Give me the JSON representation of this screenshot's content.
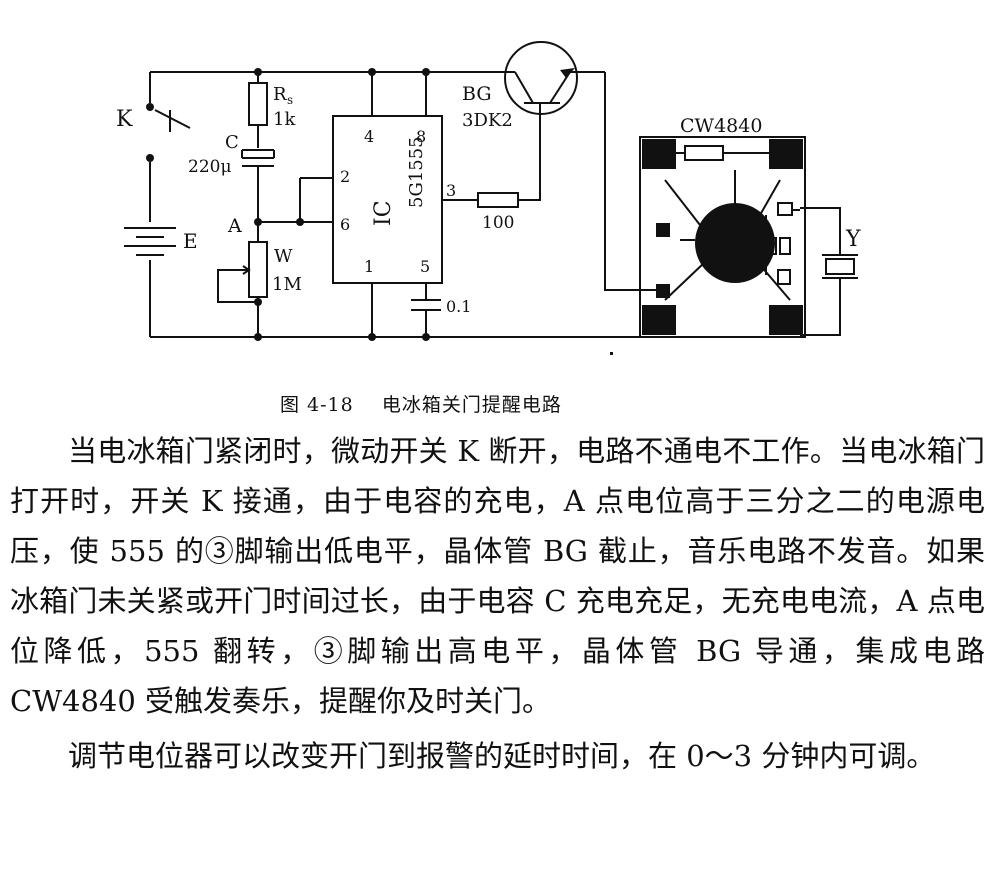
{
  "diagram": {
    "labels": {
      "K": "K",
      "E": "E",
      "A": "A",
      "Rs": "R",
      "Rs_sub": "s",
      "Rs_val": "1k",
      "C": "C",
      "C_val": "220μ",
      "W": "W",
      "W_val": "1M",
      "IC": "IC",
      "IC_model": "5G1555",
      "pin2": "2",
      "pin3": "3",
      "pin4": "4",
      "pin6": "6",
      "pin8": "8",
      "pin1": "1",
      "pin5": "5",
      "cap_val": "0.1",
      "R_val": "100",
      "BG": "BG",
      "BG_model": "3DK2",
      "CW": "CW4840",
      "Y": "Y"
    }
  },
  "caption": {
    "fig": "图 4-18",
    "title": "电冰箱关门提醒电路"
  },
  "body": {
    "p1": "当电冰箱门紧闭时，微动开关 K 断开，电路不通电不工作。当电冰箱门打开时，开关 K 接通，由于电容的充电，A 点电位高于三分之二的电源电压，使 555 的③脚输出低电平，晶体管 BG 截止，音乐电路不发音。如果冰箱门未关紧或开门时间过长，由于电容 C 充电充足，无充电电流，A 点电位降低，555 翻转，③脚输出高电平，晶体管 BG 导通，集成电路 CW4840 受触发奏乐，提醒你及时关门。",
    "p2": "调节电位器可以改变开门到报警的延时时间，在 0～3 分钟内可调。"
  }
}
